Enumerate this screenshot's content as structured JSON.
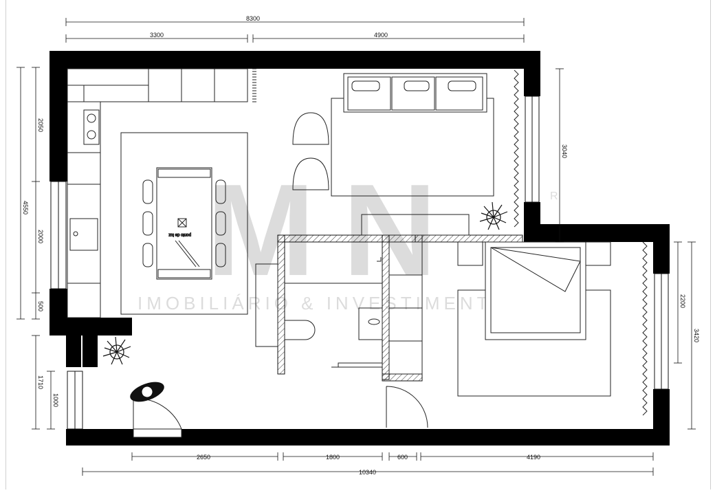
{
  "plan": {
    "dimensions_top": {
      "overall": "8300",
      "left_section": "3300",
      "right_section": "4900"
    },
    "dimensions_left": {
      "overall": "4550",
      "upper": "2050",
      "middle": "2000",
      "lower": "500",
      "entry_total": "1710",
      "entry_door": "1000"
    },
    "dimensions_right": {
      "living_window": "3040",
      "bedroom_total": "3420",
      "bedroom_window": "2200"
    },
    "dimensions_bottom": {
      "overall": "10340",
      "seg1": "2650",
      "seg2": "1800",
      "seg3": "600",
      "seg4": "4190"
    },
    "annotation": {
      "light_point": "ponto de luz"
    },
    "watermark": {
      "brand": "MN",
      "registered": "R",
      "tagline": "IMOBILIÁRIO & INVESTIMENTOS"
    },
    "colors": {
      "wall": "#000000",
      "line": "#111111",
      "hatch": "#555555",
      "watermark": "#d9d9d9"
    }
  }
}
